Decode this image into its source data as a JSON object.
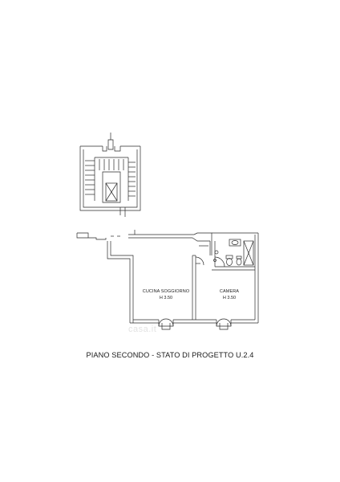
{
  "plan": {
    "title": "PIANO SECONDO - STATO DI PROGETTO U.2.4",
    "rooms": [
      {
        "id": "cucina-soggiorno",
        "name": "CUCINA SOGGIORNO",
        "height": "H 3.50"
      },
      {
        "id": "camera",
        "name": "CAMERA",
        "height": "H 3.50"
      }
    ],
    "watermark": "casa.it",
    "colors": {
      "line": "#2a2a2a",
      "wall_fill": "#ffffff",
      "background": "#ffffff"
    }
  }
}
